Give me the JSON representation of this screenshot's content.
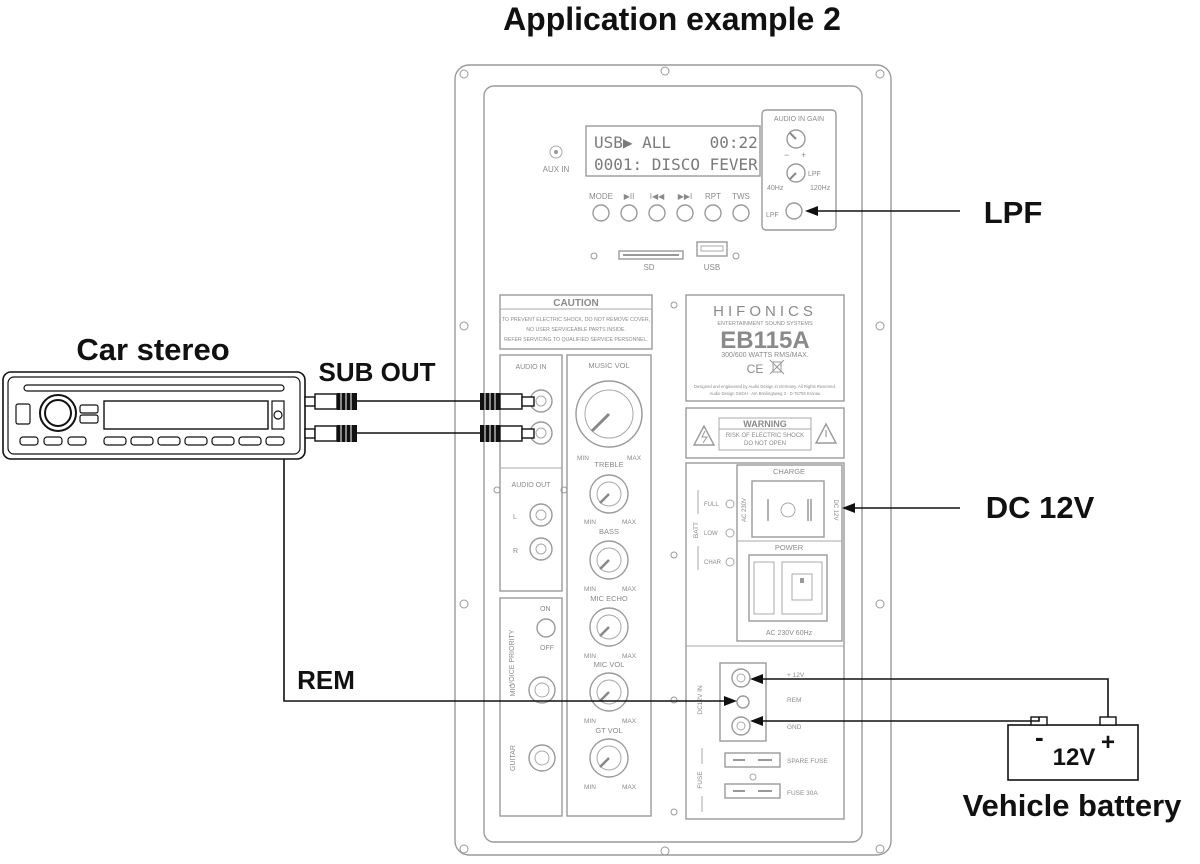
{
  "title": "Application example 2",
  "callouts": {
    "lpf": "LPF",
    "dc12v": "DC 12V",
    "car_stereo": "Car stereo",
    "sub_out": "SUB OUT",
    "rem": "REM",
    "vehicle_battery": "Vehicle battery"
  },
  "battery": {
    "voltage": "12V",
    "minus": "-",
    "plus": "+"
  },
  "panel": {
    "aux_in": "AUX IN",
    "lcd_line1": "USB▶ ALL    00:22",
    "lcd_line2": "0001: DISCO FEVER",
    "buttons": [
      "MODE",
      "▶II",
      "I◀◀",
      "▶▶I",
      "RPT",
      "TWS"
    ],
    "sd": "SD",
    "usb": "USB",
    "audio_in_gain": "AUDIO IN GAIN",
    "gain_minus": "−",
    "gain_plus": "+",
    "lpf_small": "LPF",
    "hz40": "40Hz",
    "hz120": "120Hz",
    "lpf_switch": "LPF",
    "caution": {
      "title": "CAUTION",
      "line1": "TO PREVENT ELECTRIC SHOCK, DO NOT REMOVE COVER,",
      "line2": "NO USER SERVICEABLE PARTS INSIDE.",
      "line3": "REFER SERVICING TO QUALIFIED SERVICE PERSONNEL."
    },
    "brand": {
      "name": "HIFONICS",
      "tagline": "ENTERTAINMENT SOUND SYSTEMS",
      "model": "EB115A",
      "watts": "300/600 WATTS RMS/MAX.",
      "ce": "CE",
      "small1": "Designed and engineered by Audio Design in Germany. All Rights Reserved.",
      "small2": "Audio Design GmbH · Am Breilingsweg 3 · D-76709 Kronau"
    },
    "warning": {
      "title": "WARNING",
      "line1": "RISK OF ELECTRIC SHOCK",
      "line2": "DO NOT OPEN"
    },
    "audio_in": "AUDIO IN",
    "audio_out": "AUDIO OUT",
    "l": "L",
    "r": "R",
    "music_vol": "MUSIC VOL",
    "treble": "TREBLE",
    "bass": "BASS",
    "mic_echo": "MIC ECHO",
    "mic_vol": "MIC VOL",
    "gt_vol": "GT VOL",
    "min": "MIN",
    "max": "MAX",
    "voice_priority": "VOICE PRIORITY",
    "vp_on": "ON",
    "vp_off": "OFF",
    "mic": "MIC",
    "guitar": "GUITAR",
    "charge": "CHARGE",
    "ac230v_v": "AC 230V",
    "dc12v_v": "DC 12V",
    "batt": "BATT",
    "full": "FULL",
    "low": "LOW",
    "char": "CHAR",
    "power": "POWER",
    "ac_rating": "AC 230V 60Hz",
    "dc12v_in": "DC12V IN",
    "plus12v": "+ 12V",
    "rem_small": "REM",
    "gnd": "GND",
    "fuse": "FUSE",
    "spare_fuse": "SPARE FUSE",
    "fuse30a": "FUSE 30A"
  }
}
